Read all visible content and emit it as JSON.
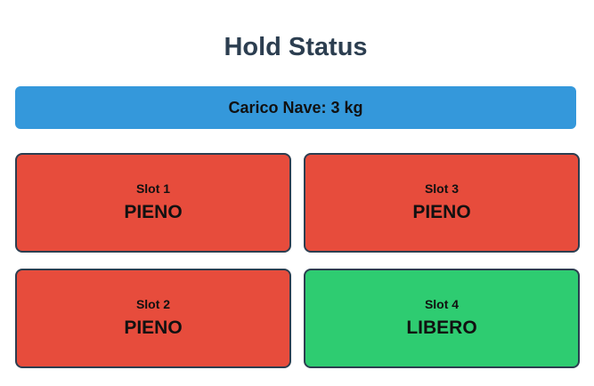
{
  "header": {
    "title": "Hold Status"
  },
  "cargo": {
    "label": "Carico Nave: 3 kg",
    "color": "#3498db"
  },
  "colors": {
    "full": "#e74c3c",
    "free": "#2ecc71",
    "border": "#2c3e50",
    "title": "#2c3e50"
  },
  "slots": [
    {
      "label": "Slot 1",
      "status": "PIENO",
      "state": "full"
    },
    {
      "label": "Slot 3",
      "status": "PIENO",
      "state": "full"
    },
    {
      "label": "Slot 2",
      "status": "PIENO",
      "state": "full"
    },
    {
      "label": "Slot 4",
      "status": "LIBERO",
      "state": "free"
    }
  ]
}
